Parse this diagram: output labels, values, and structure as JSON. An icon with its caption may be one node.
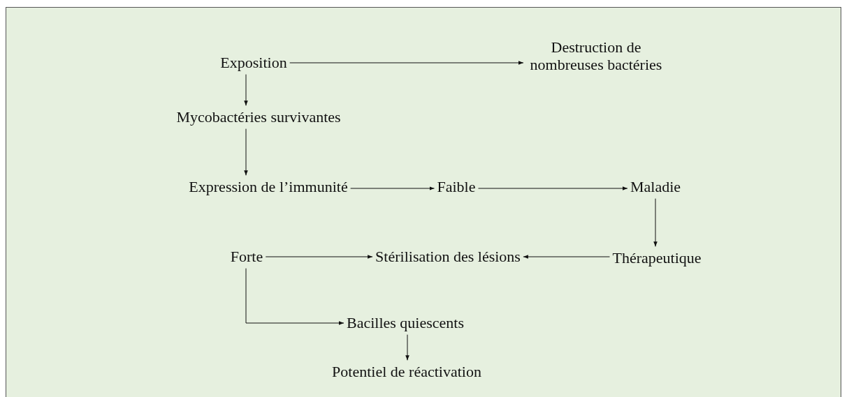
{
  "diagram": {
    "nodes": [
      {
        "text": [
          "Exposition"
        ]
      },
      {
        "text": [
          "Destruction de nombreuses bactéries"
        ]
      },
      {
        "text": [
          "Mycobactéries survivantes"
        ]
      },
      {
        "text": [
          "Expression de l’immunité"
        ]
      },
      {
        "text": [
          "Faible"
        ]
      },
      {
        "text": [
          "Maladie"
        ]
      },
      {
        "text": [
          "Forte"
        ]
      },
      {
        "text": [
          "Stérilisation des lésions"
        ]
      },
      {
        "text": [
          "Thérapeutique"
        ]
      },
      {
        "text": [
          "Bacilles quiescents"
        ]
      },
      {
        "text": [
          "Potentiel de réactivation"
        ]
      }
    ],
    "edges": [
      {
        "from": 0,
        "to": 1,
        "arrow": "to"
      },
      {
        "from": 0,
        "to": 2,
        "arrow": "to"
      },
      {
        "from": 2,
        "to": 3,
        "arrow": "to"
      },
      {
        "from": 3,
        "to": 4,
        "arrow": "to"
      },
      {
        "from": 4,
        "to": 5,
        "arrow": "to"
      },
      {
        "from": 5,
        "to": 8,
        "arrow": "to"
      },
      {
        "from": 6,
        "to": 7,
        "arrow": "to"
      },
      {
        "from": 8,
        "to": 7,
        "arrow": "to"
      },
      {
        "from": 6,
        "to": 9,
        "arrow": "to"
      },
      {
        "from": 9,
        "to": 10,
        "arrow": "to"
      }
    ]
  }
}
